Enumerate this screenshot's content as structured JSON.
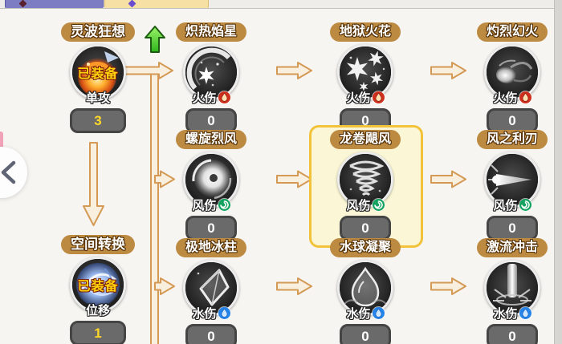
{
  "tab_bar": {
    "tabs": [
      {
        "id": "left",
        "icon": "dark-diamond-icon",
        "color": "#7c7dc3"
      },
      {
        "id": "right",
        "icon": "purple-diamond-icon",
        "color": "#f6e0a4"
      }
    ]
  },
  "back_button": {
    "icon": "chevron-left"
  },
  "tree": {
    "equipped_label": "已装备",
    "nodes": [
      {
        "title": "灵波狂想",
        "attr": "单攻",
        "value": "3",
        "equipped": true,
        "upgrade": true,
        "element": null,
        "icon": "explosion",
        "col": 1,
        "row": 1
      },
      {
        "title": "炽热焰星",
        "attr": "火伤",
        "value": "0",
        "element": "fire",
        "icon": "comet",
        "col": 2,
        "row": 1
      },
      {
        "title": "地狱火花",
        "attr": "火伤",
        "value": "0",
        "element": "fire",
        "icon": "sparks",
        "col": 3,
        "row": 1
      },
      {
        "title": "灼烈幻火",
        "attr": "火伤",
        "value": "0",
        "element": "fire",
        "icon": "fireball",
        "col": 4,
        "row": 1
      },
      {
        "title": "螺旋烈风",
        "attr": "风伤",
        "value": "0",
        "element": "wind",
        "icon": "vortex",
        "col": 2,
        "row": 2
      },
      {
        "title": "龙卷飓风",
        "attr": "风伤",
        "value": "0",
        "element": "wind",
        "icon": "tornado",
        "col": 3,
        "row": 2,
        "selected": true
      },
      {
        "title": "风之利刃",
        "attr": "风伤",
        "value": "0",
        "element": "wind",
        "icon": "windblade",
        "col": 4,
        "row": 2
      },
      {
        "title": "空间转换",
        "attr": "位移",
        "value": "1",
        "equipped": true,
        "element": null,
        "icon": "warp",
        "col": 1,
        "row": 3
      },
      {
        "title": "极地冰柱",
        "attr": "水伤",
        "value": "0",
        "element": "water",
        "icon": "icicle",
        "col": 2,
        "row": 3
      },
      {
        "title": "水球凝聚",
        "attr": "水伤",
        "value": "0",
        "element": "water",
        "icon": "waterdrop",
        "col": 3,
        "row": 3
      },
      {
        "title": "激流冲击",
        "attr": "水伤",
        "value": "0",
        "element": "water",
        "icon": "waterjet",
        "col": 4,
        "row": 3
      }
    ],
    "colors": {
      "title_pill": "#bd8a41",
      "connector": "#d49a55",
      "connector_fill": "#f9efdf",
      "highlight_border": "#f2c23a",
      "highlight_fill": "#fbf7d6",
      "equipped_text": "#ffd30a",
      "equipped_value": "#ffd928",
      "fire": "#cf2f1d",
      "wind": "#13a25f",
      "water": "#2584ea",
      "upgrade_arrow": "#4ed12c"
    }
  }
}
